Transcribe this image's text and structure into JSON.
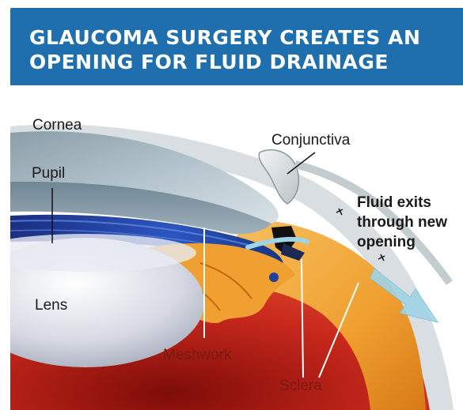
{
  "header": {
    "title": "GLAUCOMA SURGERY CREATES AN\nOPENING FOR FLUID DRAINAGE",
    "background_color": "#1f6fae"
  },
  "diagram": {
    "labels": {
      "cornea": "Cornea",
      "conjunctiva": "Conjunctiva",
      "pupil": "Pupil",
      "fluid_exits": "Fluid exits\nthrough new\nopening",
      "lens": "Lens",
      "meshwork": "Meshwork",
      "sclera": "Sclera"
    },
    "colors": {
      "iris_blue": "#1f3f9c",
      "sclera_orange": "#f0a030",
      "interior_red": "#c8281c",
      "cornea_gray": "#9fb1bd",
      "lens_gray": "#c9cdd8",
      "fluid_arrow": "#9fd3e6"
    }
  }
}
